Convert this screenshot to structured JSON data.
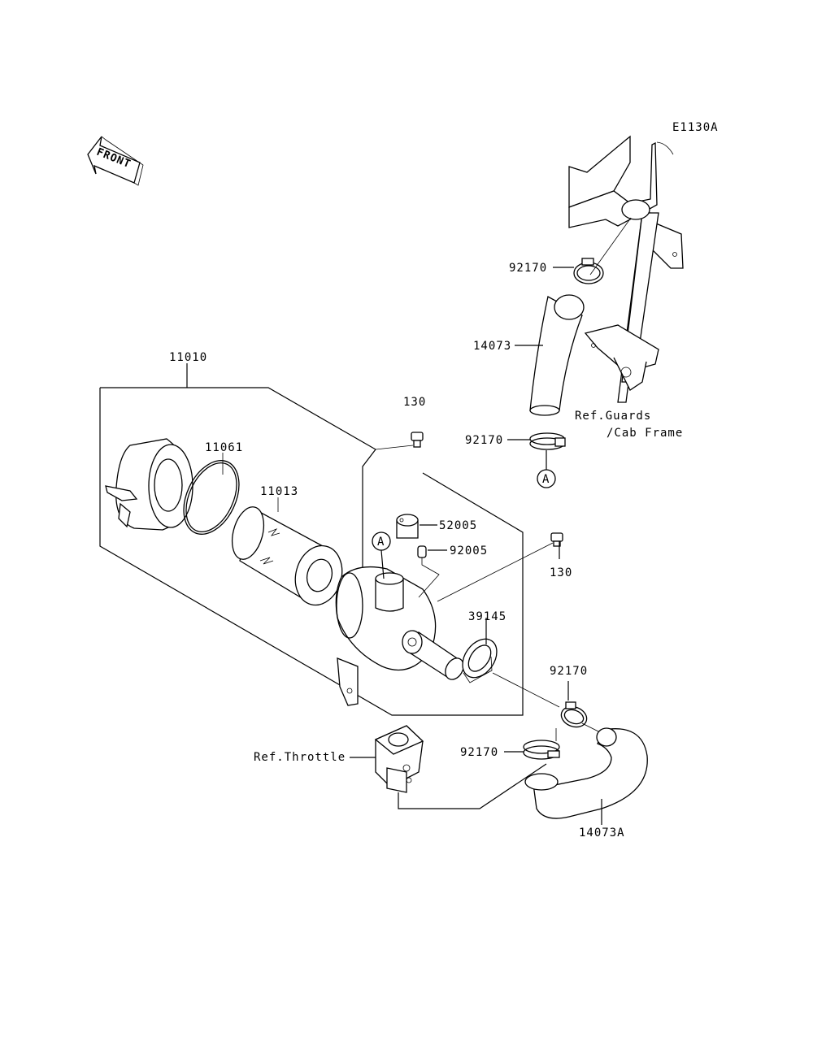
{
  "diagram_code": "E1130A",
  "front_label": "FRONT",
  "ref_marker": "A",
  "labels": {
    "assy_11010": "11010",
    "ring_11061": "11061",
    "element_11013": "11013",
    "bolt_130_top": "130",
    "bolt_130_right": "130",
    "cap_52005": "52005",
    "fitting_92005": "92005",
    "seal_39145": "39145",
    "clamp_92170_top": "92170",
    "clamp_92170_mid": "92170",
    "clamp_92170_right": "92170",
    "clamp_92170_low": "92170",
    "duct_14073": "14073",
    "duct_14073A": "14073A",
    "ref_guards_1": "Ref.Guards",
    "ref_guards_2": "/Cab Frame",
    "ref_throttle": "Ref.Throttle"
  }
}
